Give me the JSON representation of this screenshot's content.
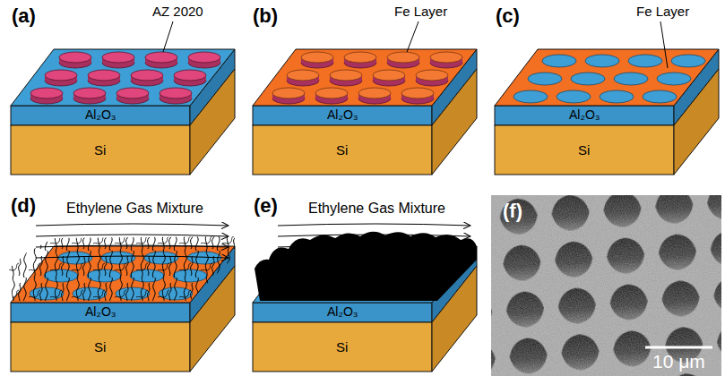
{
  "diagram": {
    "labels": [
      "(a)",
      "AZ 2020",
      "Al₂O₃",
      "Si",
      "(b)",
      "Fe Layer",
      "Al₂O₃",
      "Si",
      "(c)",
      "Fe Layer",
      "Al₂O₃",
      "Si",
      "(d)",
      "Ethylene Gas Mixture",
      "Al₂O₃",
      "Si",
      "(e)",
      "Ethylene Gas Mixture",
      "Al₂O₃",
      "Si",
      "(f)",
      "10 μm"
    ]
  }
}
